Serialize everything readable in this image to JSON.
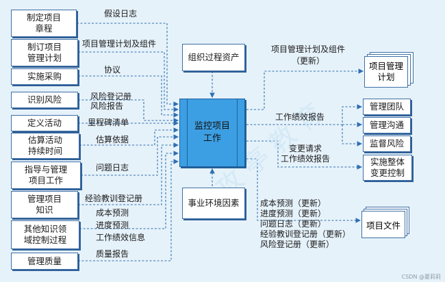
{
  "inputs": [
    {
      "box": "制定项目\n章程",
      "label": "假设日志"
    },
    {
      "box": "制订项目\n管理计划",
      "label": "项目管理计划及组件"
    },
    {
      "box": "实施采购",
      "label": "协议"
    },
    {
      "box": "识别风险",
      "label": "风险登记册\n风险报告"
    },
    {
      "box": "定义活动",
      "label": "里程碑清单"
    },
    {
      "box": "估算活动\n持续时间",
      "label": "估算依据"
    },
    {
      "box": "指导与管理\n项目工作",
      "label": "问题日志"
    },
    {
      "box": "管理项目\n知识",
      "label": "经验教训登记册"
    },
    {
      "box": "其他知识领\n域控制过程",
      "label": "成本预测\n进度预测\n工作绩效信息"
    },
    {
      "box": "管理质量",
      "label": "质量报告"
    }
  ],
  "center": {
    "title": "监控项目\n工作"
  },
  "org_assets": "组织过程资产",
  "env_factors": "事业环境因素",
  "outputs": {
    "plan_label": "项目管理计划及组件\n（更新）",
    "plan_doc": "项目管理\n计划",
    "perf_label": "工作绩效报告",
    "perf_boxes": [
      "管理团队",
      "管理沟通",
      "监督风险"
    ],
    "change_label": "变更请求\n工作绩效报告",
    "change_box": "实施整体\n变更控制",
    "doc_label": "成本预测（更新）\n进度预测（更新）\n问题日志（更新）\n经验教训登记册（更新）\n风险登记册（更新）",
    "doc_box": "项目文件"
  },
  "watermark": "CSDN @夏莉莉",
  "colors": {
    "line": "#2f6fb0",
    "center": "#3d9fe3",
    "bg": "#e6f2fa"
  }
}
